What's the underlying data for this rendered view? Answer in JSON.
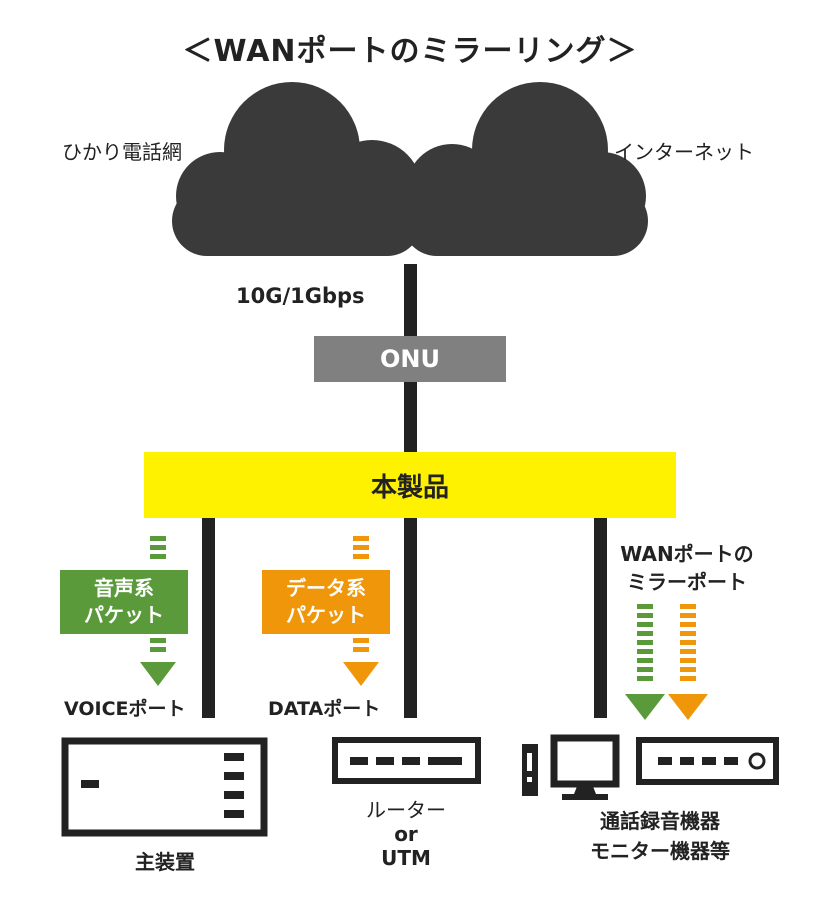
{
  "title": "＜WANポートのミラーリング＞",
  "clouds": {
    "left_label": "ひかり電話網",
    "right_label": "インターネット"
  },
  "link_speed": "10G/1Gbps",
  "onu": "ONU",
  "product": "本製品",
  "voice_packet": {
    "line1": "音声系",
    "line2": "パケット",
    "color": "#5a9a3a"
  },
  "data_packet": {
    "line1": "データ系",
    "line2": "パケット",
    "color": "#f0960a"
  },
  "mirror_label": {
    "line1": "WANポートの",
    "line2": "ミラーポート"
  },
  "ports": {
    "voice": "VOICEポート",
    "data": "DATAポート"
  },
  "devices": {
    "main_unit": "主装置",
    "router": {
      "line1": "ルーター",
      "line2": "or",
      "line3": "UTM"
    },
    "recorder": {
      "line1": "通話録音機器",
      "line2": "モニター機器等"
    }
  },
  "colors": {
    "cloud": "#3a3a3a",
    "line": "#222222",
    "onu": "#808080",
    "product": "#fff200",
    "voice": "#5a9a3a",
    "data": "#f0960a"
  }
}
